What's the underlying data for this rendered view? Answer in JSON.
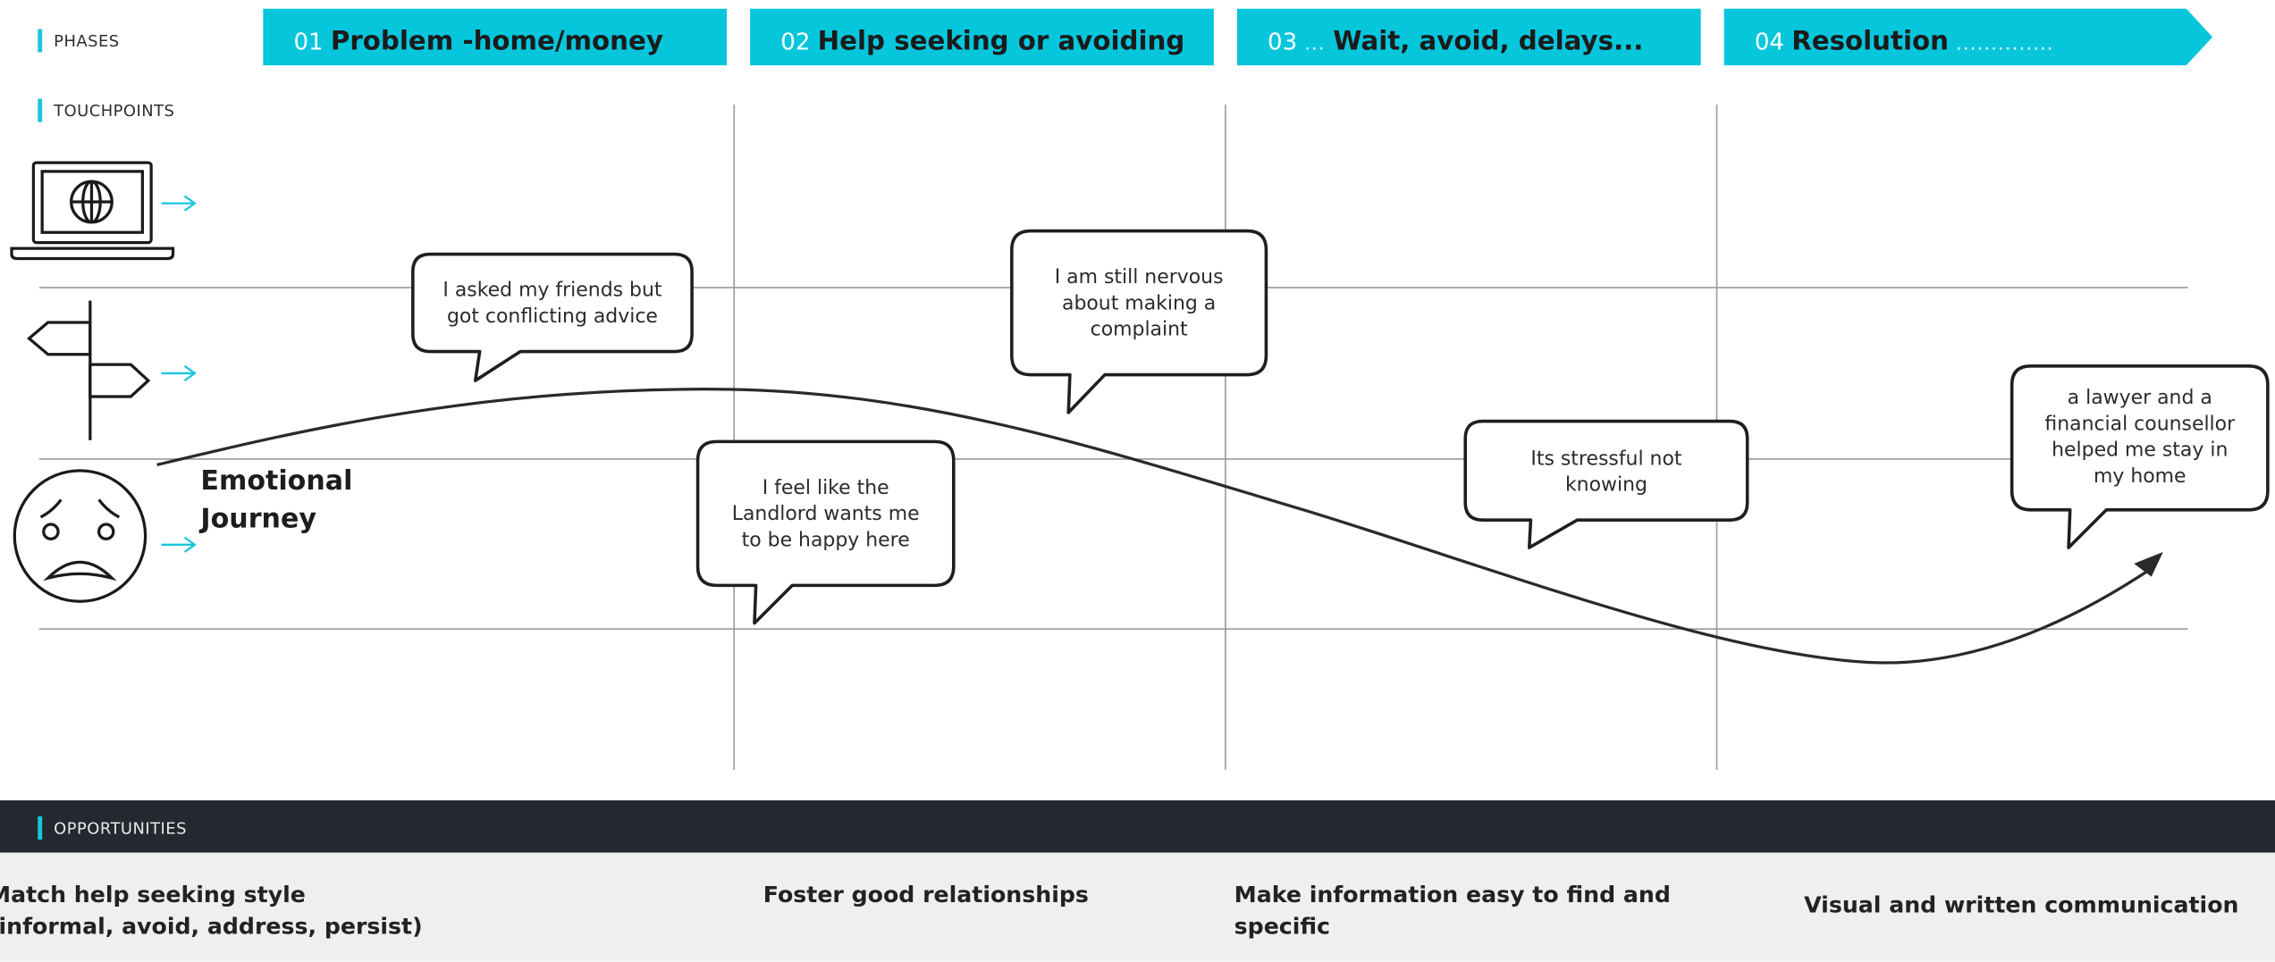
{
  "sections": {
    "phases": "PHASES",
    "touchpoints": "TOUCHPOINTS",
    "opportunities": "OPPORTUNITIES"
  },
  "phases": [
    {
      "number": "01",
      "title": "Problem -home/money",
      "dots": ""
    },
    {
      "number": "02",
      "title": "Help seeking or avoiding",
      "dots": ""
    },
    {
      "number": "03",
      "title": "Wait, avoid, delays...",
      "dots": "..."
    },
    {
      "number": "04",
      "title": "Resolution",
      "dots": ".............."
    }
  ],
  "touchpoints": [
    "laptop-globe-icon",
    "signpost-icon",
    "worried-face-icon"
  ],
  "emotional_journey": {
    "title_line1": "Emotional",
    "title_line2": "Journey"
  },
  "quotes": [
    {
      "line1": "I asked my friends but",
      "line2": "got conflicting advice"
    },
    {
      "line1": "I am still nervous",
      "line2": "about  making a",
      "line3": "complaint"
    },
    {
      "line1": "I feel like the",
      "line2": "Landlord wants me",
      "line3": "to be happy here"
    },
    {
      "line1": "Its stressful not",
      "line2": "knowing"
    },
    {
      "line1": "a lawyer and a",
      "line2": "financial counsellor",
      "line3": "helped me stay in",
      "line4": "my home"
    }
  ],
  "opportunities": [
    {
      "line1": "Match help seeking style",
      "line2": "(informal, avoid, address, persist)"
    },
    {
      "line1": "Foster good relationships"
    },
    {
      "line1": "Make information easy to find and",
      "line2": "specific"
    },
    {
      "line1": "Visual and written communication"
    }
  ],
  "colors": {
    "phase_fill": "#06c6dc",
    "accent": "#19c6dd",
    "dark_bar": "#23292e",
    "opportunity_bg": "#efefef"
  }
}
